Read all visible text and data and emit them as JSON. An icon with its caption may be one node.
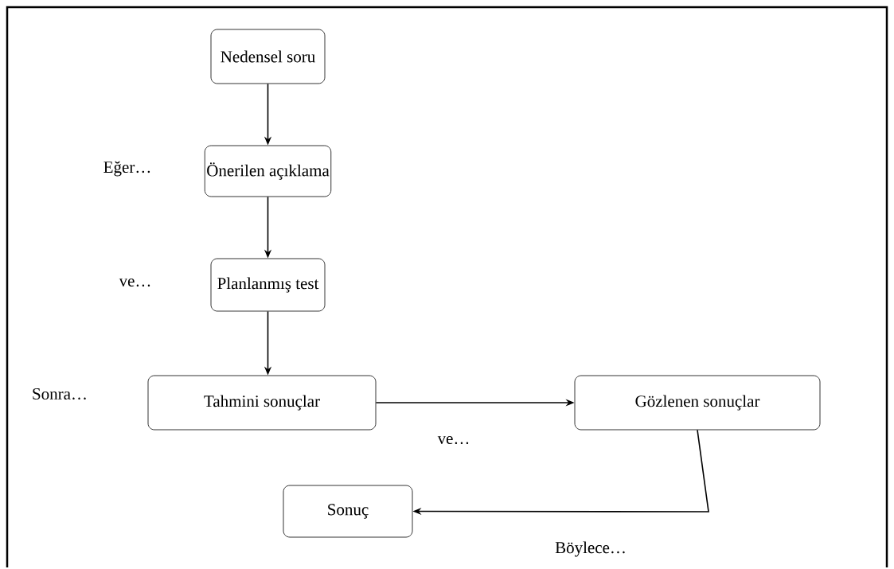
{
  "diagram": {
    "nodes": [
      {
        "text": [
          "Nedensel soru"
        ]
      },
      {
        "text": [
          "Önerilen açıklama"
        ]
      },
      {
        "text": [
          "Planlanmış test"
        ]
      },
      {
        "text": [
          "Tahmini sonuçlar"
        ]
      },
      {
        "text": [
          "Gözlenen sonuçlar"
        ]
      },
      {
        "text": [
          "Sonuç"
        ]
      }
    ],
    "edges": [
      {
        "from": 0,
        "to": 1,
        "arrow": "to"
      },
      {
        "from": 1,
        "to": 2,
        "arrow": "to"
      },
      {
        "from": 2,
        "to": 3,
        "arrow": "to"
      },
      {
        "from": 3,
        "to": 4,
        "arrow": "to",
        "label": "ve…"
      },
      {
        "from": 4,
        "to": 5,
        "arrow": "to",
        "label": "Böylece…"
      }
    ],
    "labels": [
      "Eğer…",
      "ve…",
      "Sonra…"
    ]
  }
}
